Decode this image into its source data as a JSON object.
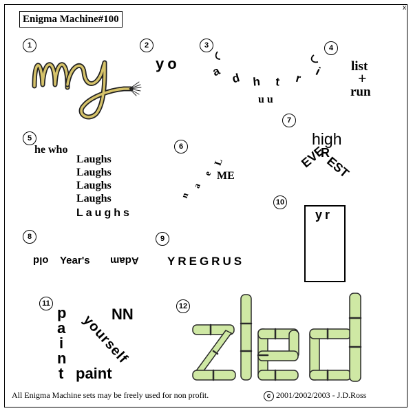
{
  "title": "Enigma Machine#100",
  "corner_mark": "x",
  "puzzle_numbers": [
    "1",
    "2",
    "3",
    "4",
    "5",
    "6",
    "7",
    "8",
    "9",
    "10",
    "11",
    "12"
  ],
  "p1": {
    "art": "my"
  },
  "p2": {
    "text": "yo"
  },
  "p3": {
    "arc_letters": [
      "b",
      "i",
      "r",
      "t",
      "h",
      "d",
      "a",
      "y"
    ],
    "below": "uu"
  },
  "p4": {
    "line1": "list",
    "line2": "+",
    "line3": "run"
  },
  "p5": {
    "first": "he who",
    "repeats": [
      "Laughs",
      "Laughs",
      "Laughs",
      "Laughs"
    ],
    "last": "Laughs"
  },
  "p6": {
    "letters": [
      "n",
      "a",
      "e",
      "L"
    ],
    "me": "ME"
  },
  "p7": {
    "high": "high",
    "left": "EVE",
    "mid": "R",
    "right": "EST"
  },
  "p8": {
    "left": "old",
    "middle": "Year's",
    "right": "Adam"
  },
  "p9": {
    "text": "YREGRUS"
  },
  "p10": {
    "text": "yr"
  },
  "p11": {
    "vertical": [
      "p",
      "a",
      "i",
      "n",
      "t"
    ],
    "diagonal": "yourself",
    "nn": "NN",
    "paint": "paint"
  },
  "p12": {
    "art": "zled"
  },
  "footer": {
    "left": "All Enigma Machine sets may be freely used for non profit.",
    "copyright_symbol": "c",
    "right": "2001/2002/2003 - J.D.Ross"
  }
}
